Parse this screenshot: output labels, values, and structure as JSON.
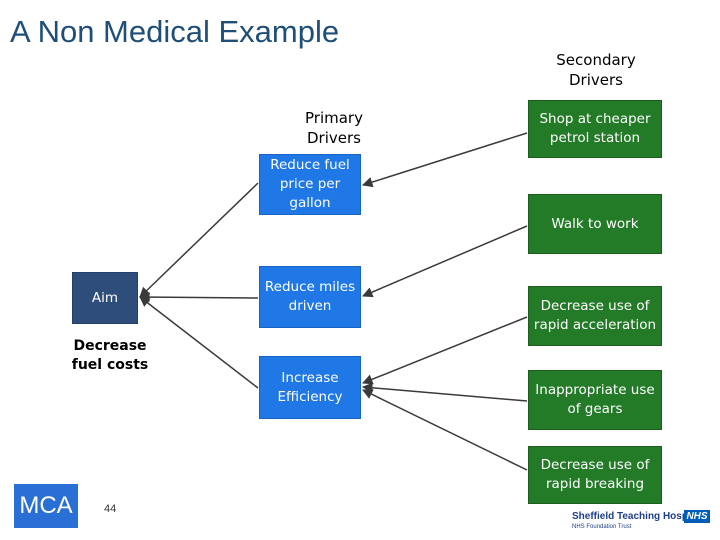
{
  "title": "A Non Medical Example",
  "headers": {
    "primary": [
      "Primary",
      "Drivers"
    ],
    "secondary": [
      "Secondary",
      "Drivers"
    ]
  },
  "aim": {
    "box_label": "Aim",
    "caption": [
      "Decrease",
      "fuel costs"
    ]
  },
  "primary_drivers": [
    {
      "label": "Reduce fuel price per gallon"
    },
    {
      "label": "Reduce miles driven"
    },
    {
      "label": "Increase Efficiency"
    }
  ],
  "secondary_drivers": [
    {
      "label": "Shop at cheaper petrol station"
    },
    {
      "label": "Walk to work"
    },
    {
      "label": "Decrease use of rapid acceleration"
    },
    {
      "label": "Inappropriate use of gears"
    },
    {
      "label": "Decrease use of rapid breaking"
    }
  ],
  "footer": {
    "logo_text": "MCA",
    "page_number": "44",
    "org_name": "Sheffield Teaching Hospitals",
    "org_sub": "NHS Foundation Trust",
    "nhs_badge": "NHS"
  },
  "colors": {
    "title": "#1f4e79",
    "primary_box": "#1f78e6",
    "secondary_box": "#237a27",
    "aim_box": "#2f4d7a",
    "arrow": "#3a3a3a"
  }
}
